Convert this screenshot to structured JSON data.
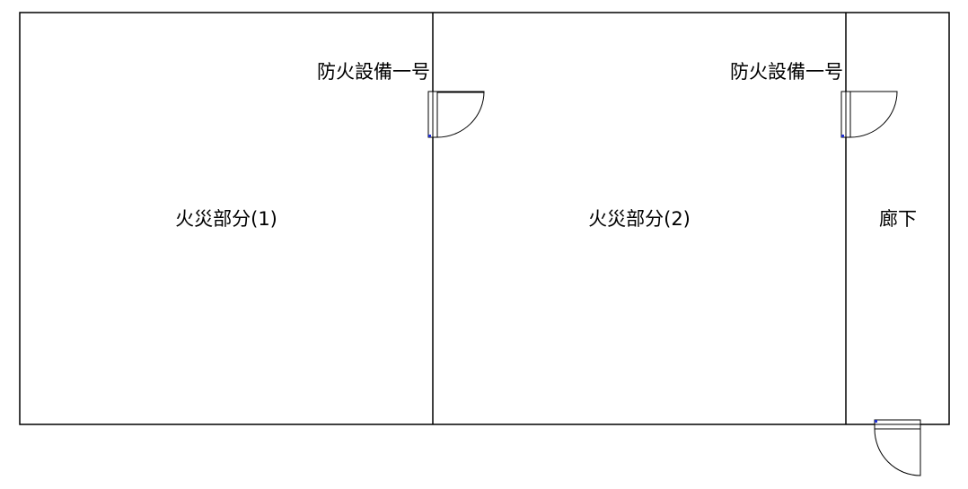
{
  "rooms": [
    {
      "label": "火災部分(1)"
    },
    {
      "label": "火災部分(2)"
    },
    {
      "label": "廊下"
    }
  ],
  "doors": [
    {
      "label": "防火設備一号",
      "type": "swing-door"
    },
    {
      "label": "防火設備一号",
      "type": "swing-door"
    },
    {
      "label": "",
      "type": "swing-door"
    }
  ],
  "colors": {
    "wall": "#000000",
    "hinge_marker": "#1f2fd1",
    "background": "#ffffff"
  }
}
